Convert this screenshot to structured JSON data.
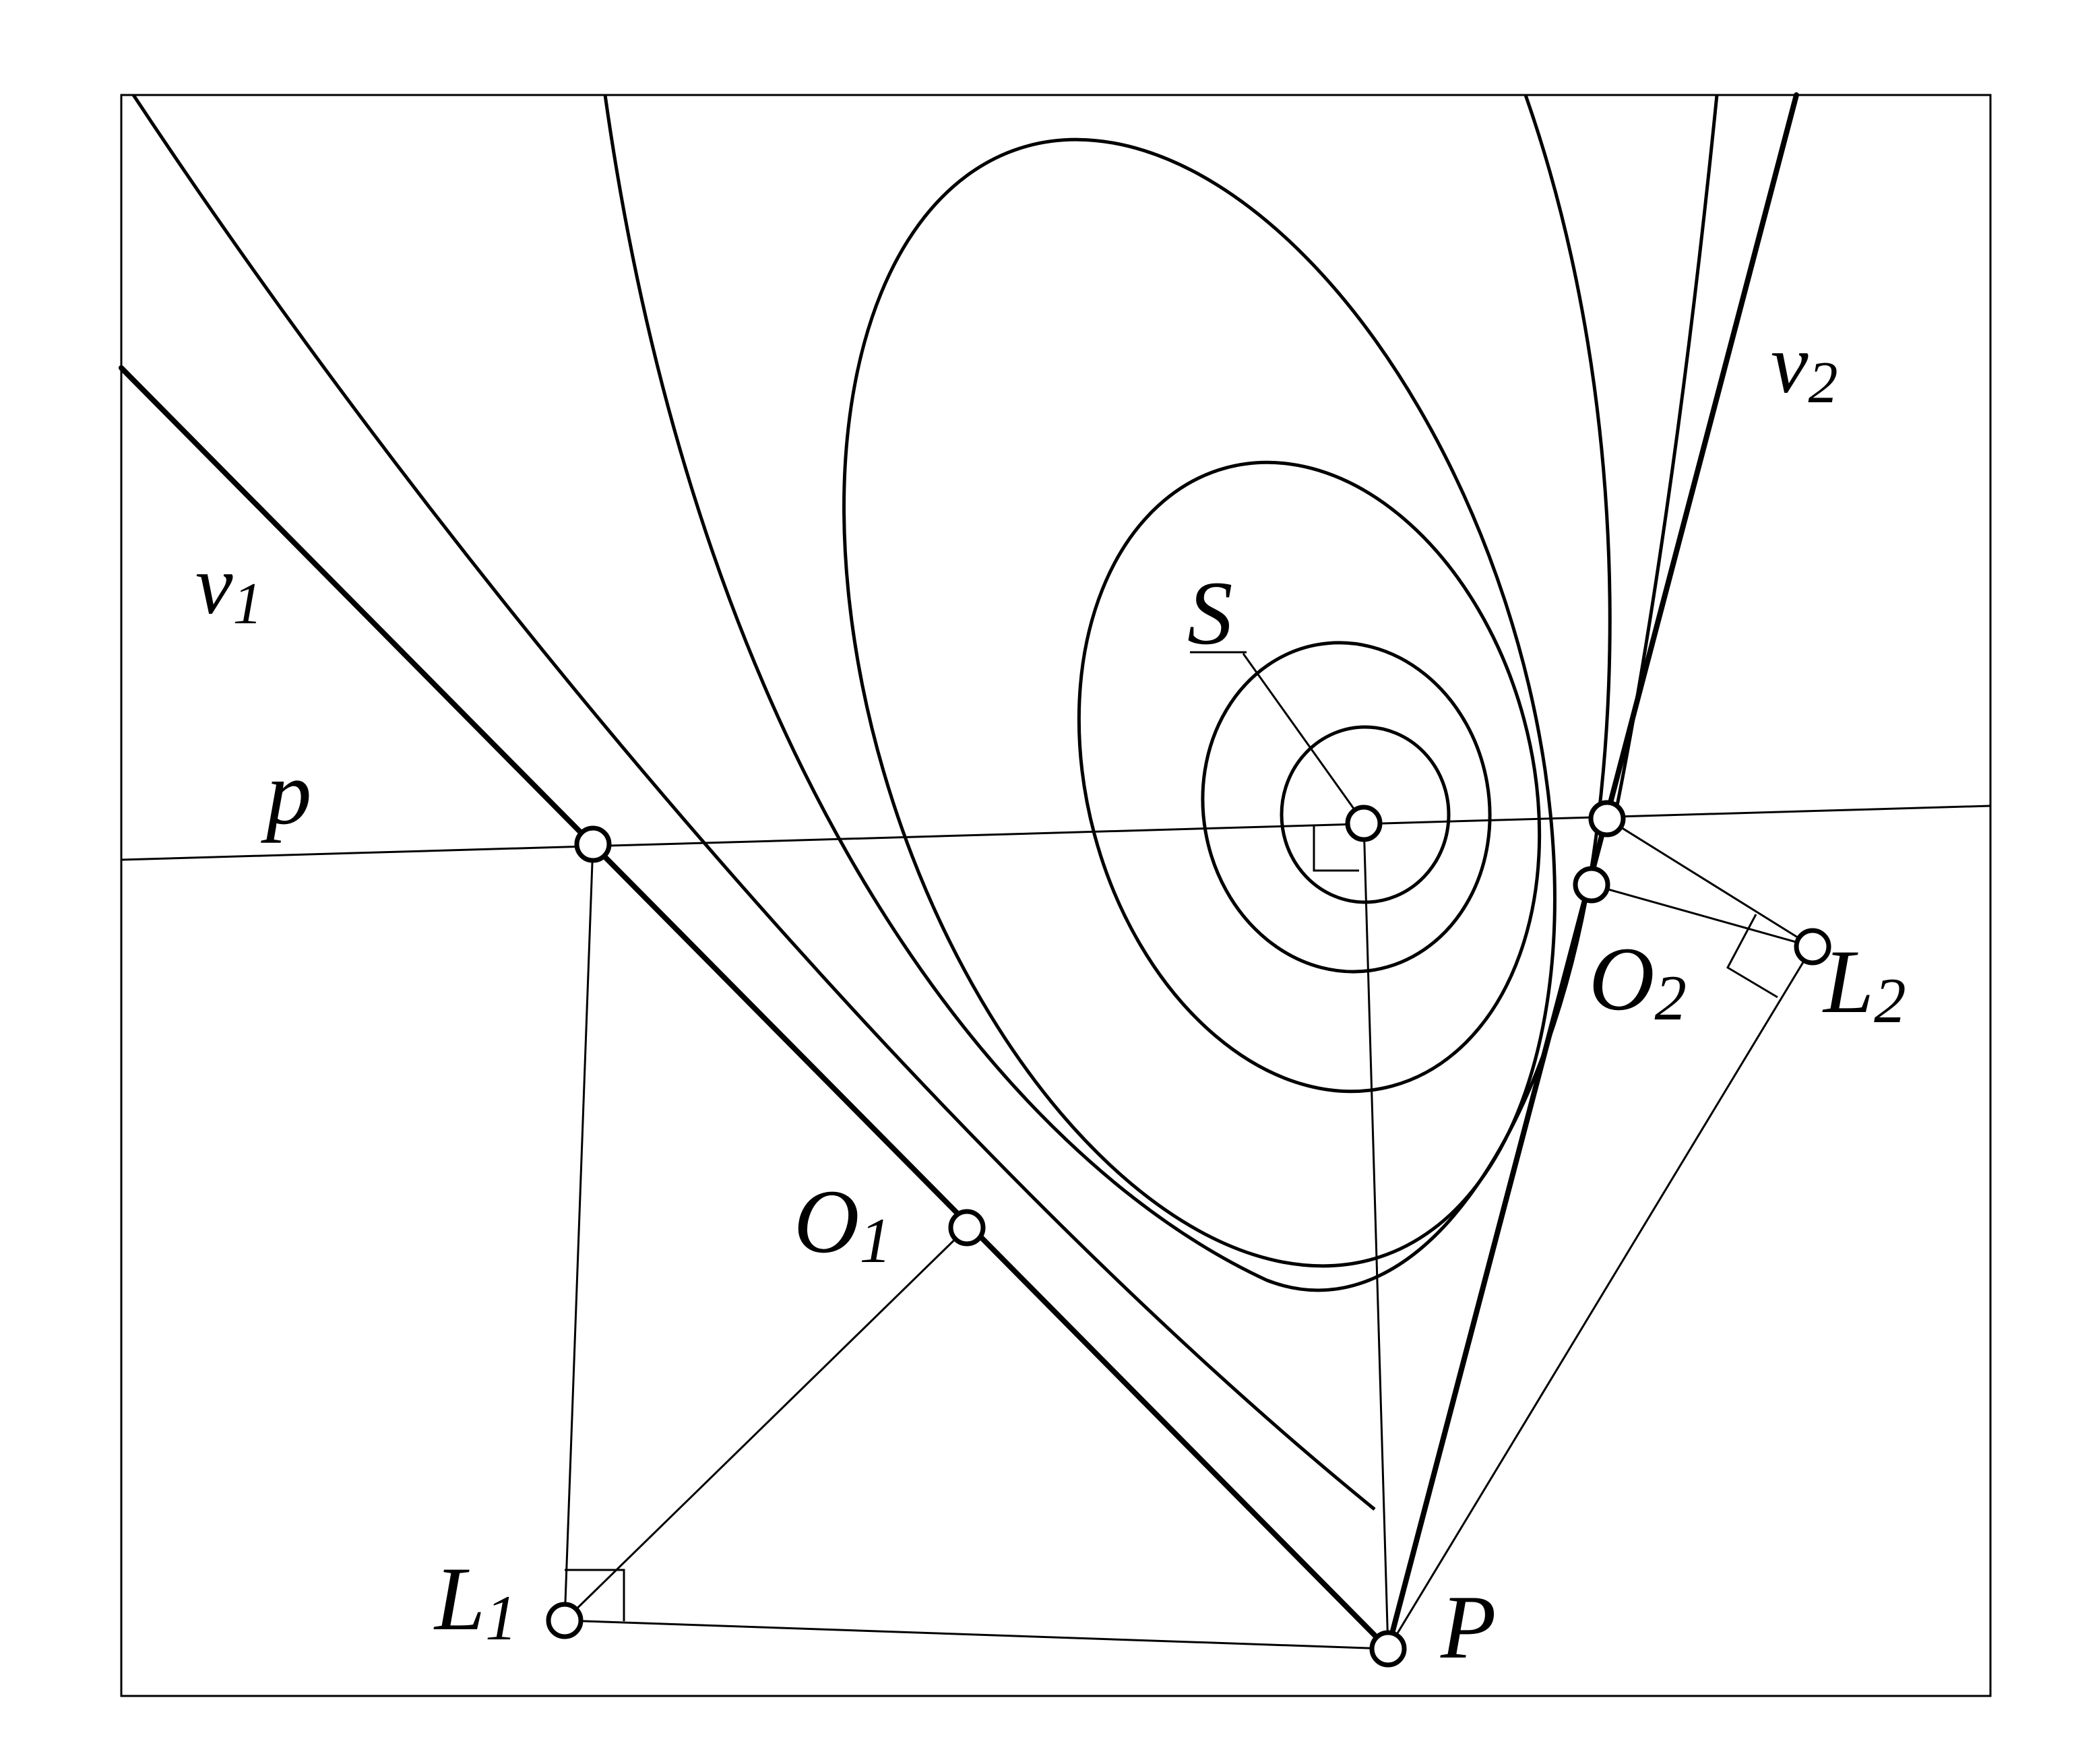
{
  "figure": {
    "labels": {
      "v1": "v",
      "v1_sub": "1",
      "v2": "v",
      "v2_sub": "2",
      "p": "p",
      "S": "S",
      "O1": "O",
      "O1_sub": "1",
      "O2": "O",
      "O2_sub": "2",
      "L1": "L",
      "L1_sub": "1",
      "L2": "L",
      "L2_sub": "2",
      "P": "P"
    }
  }
}
